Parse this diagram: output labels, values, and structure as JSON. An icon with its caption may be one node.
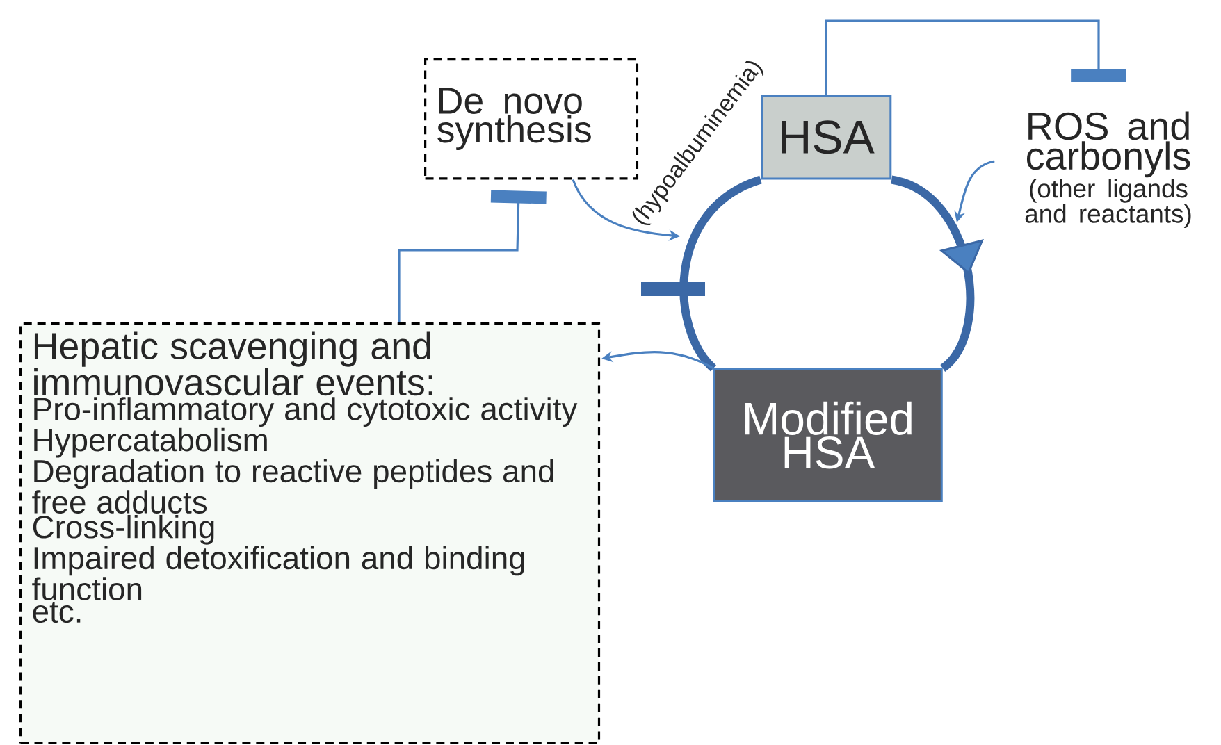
{
  "diagram": {
    "nodes": [
      {
        "text": [
          "De novo synthesis"
        ]
      },
      {
        "text": [
          "HSA"
        ]
      },
      {
        "text": [
          "ROS and carbonyls",
          "(other ligands and reactants)"
        ]
      },
      {
        "text": [
          "Modified HSA"
        ]
      },
      {
        "text": [
          "Hepatic scavenging and immunovascular events:",
          "Pro-inflammatory and cytotoxic activity",
          "Hypercatabolism",
          "Degradation to reactive peptides and free adducts",
          "Cross-linking",
          "Impaired detoxification and binding function",
          "etc."
        ]
      }
    ],
    "edges": [
      {
        "from": 1,
        "to": 3,
        "arrow": "to",
        "style": "thick",
        "color": "#3b68a6"
      },
      {
        "from": 3,
        "to": 1,
        "arrow": "none",
        "style": "thick",
        "color": "#3b68a6"
      },
      {
        "from": 2,
        "to": null,
        "arrow": "to"
      },
      {
        "from": 0,
        "to": null,
        "arrow": "to",
        "label": "(hypoalbuminemia)"
      },
      {
        "from": 3,
        "to": 4,
        "arrow": "to"
      },
      {
        "from": 1,
        "to": 2,
        "arrow": "other"
      },
      {
        "from": 4,
        "to": 0,
        "arrow": "other"
      }
    ]
  }
}
